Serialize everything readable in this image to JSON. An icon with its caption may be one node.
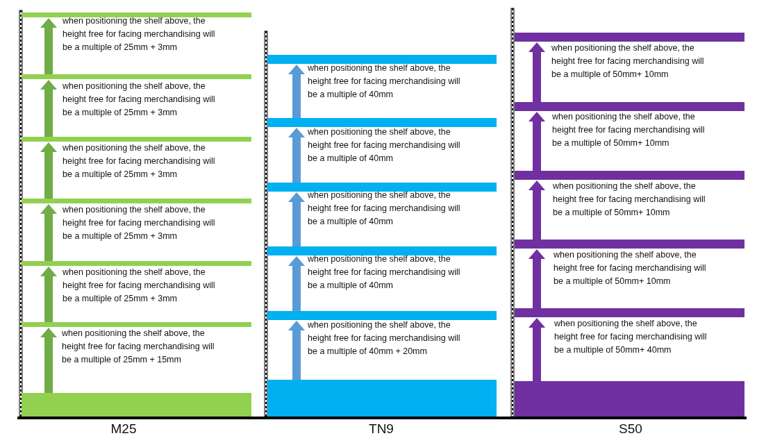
{
  "diagram": {
    "labels": [
      "when positioning the shelf above, the height free for facing merchandising will be a multiple of 25mm + 3mm",
      "when positioning the shelf above, the height free for facing merchandising will be a multiple of 25mm + 3mm",
      "when positioning the shelf above, the height free for facing merchandising will be a multiple of 25mm + 3mm",
      "when positioning the shelf above, the height free for facing merchandising will be a multiple of 25mm + 3mm",
      "when positioning the shelf above, the height free for facing merchandising will be a multiple of 25mm + 3mm",
      "when positioning the shelf above, the height free for facing merchandising will be a multiple of 25mm + 15mm",
      "M25",
      "when positioning the shelf above, the height free for facing merchandising will be a multiple of 40mm",
      "when positioning the shelf above, the height free for facing merchandising will be a multiple of 40mm",
      "when positioning the shelf above, the height free for facing merchandising will be a multiple of 40mm",
      "when positioning the shelf above, the height free for facing merchandising will be a multiple of 40mm",
      "when positioning the shelf above, the height free for facing merchandising will be a multiple of 40mm + 20mm",
      "TN9",
      "when positioning the shelf above, the height free for facing merchandising will be a multiple of 50mm+ 10mm",
      "when positioning the shelf above, the height free for facing merchandising will be a multiple of 50mm+ 10mm",
      "when positioning the shelf above, the height free for facing merchandising will be a multiple of 50mm+ 10mm",
      "when positioning the shelf above, the height free for facing merchandising will be a multiple of 50mm+ 10mm",
      "when positioning the shelf above, the height free for facing merchandising will be a multiple of 50mm+ 40mm",
      "S50"
    ]
  }
}
